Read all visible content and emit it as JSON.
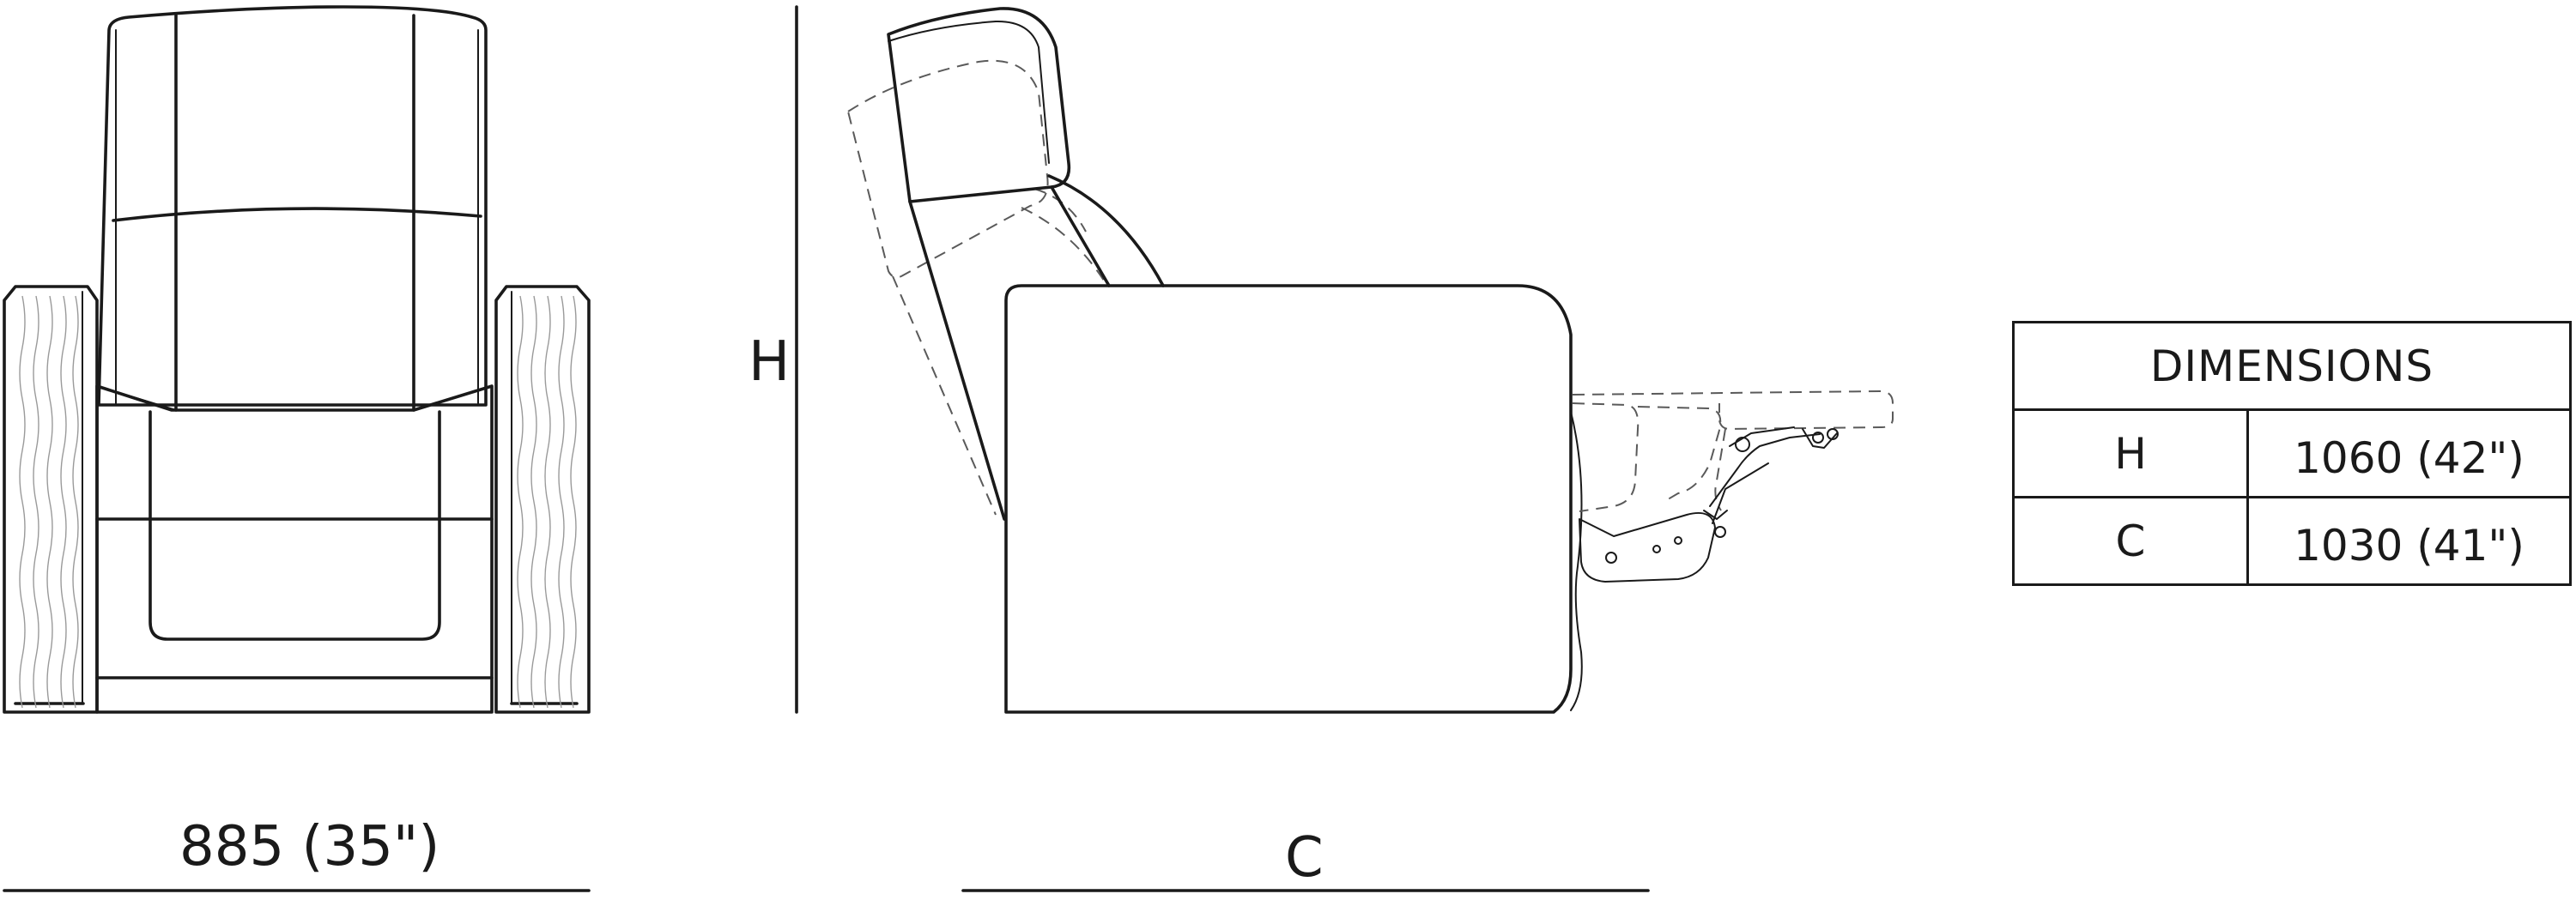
{
  "labels": {
    "width": "885 (35\")",
    "height": "H",
    "depth": "C"
  },
  "table": {
    "title": "DIMENSIONS",
    "rows": [
      {
        "key": "H",
        "value": "1060 (42\")"
      },
      {
        "key": "C",
        "value": "1030 (41\")"
      }
    ]
  }
}
